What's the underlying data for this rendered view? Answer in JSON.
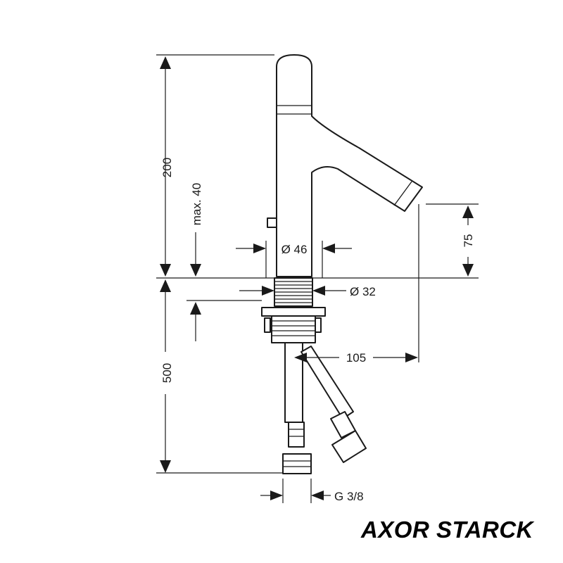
{
  "drawing": {
    "dimensions": {
      "height_total": "200",
      "height_max": "max. 40",
      "spout_height": "75",
      "body_diameter": "Ø 46",
      "hole_diameter": "Ø 32",
      "projection": "105",
      "hose_length": "500",
      "connection": "G 3/8"
    }
  },
  "brand": "AXOR STARCK"
}
